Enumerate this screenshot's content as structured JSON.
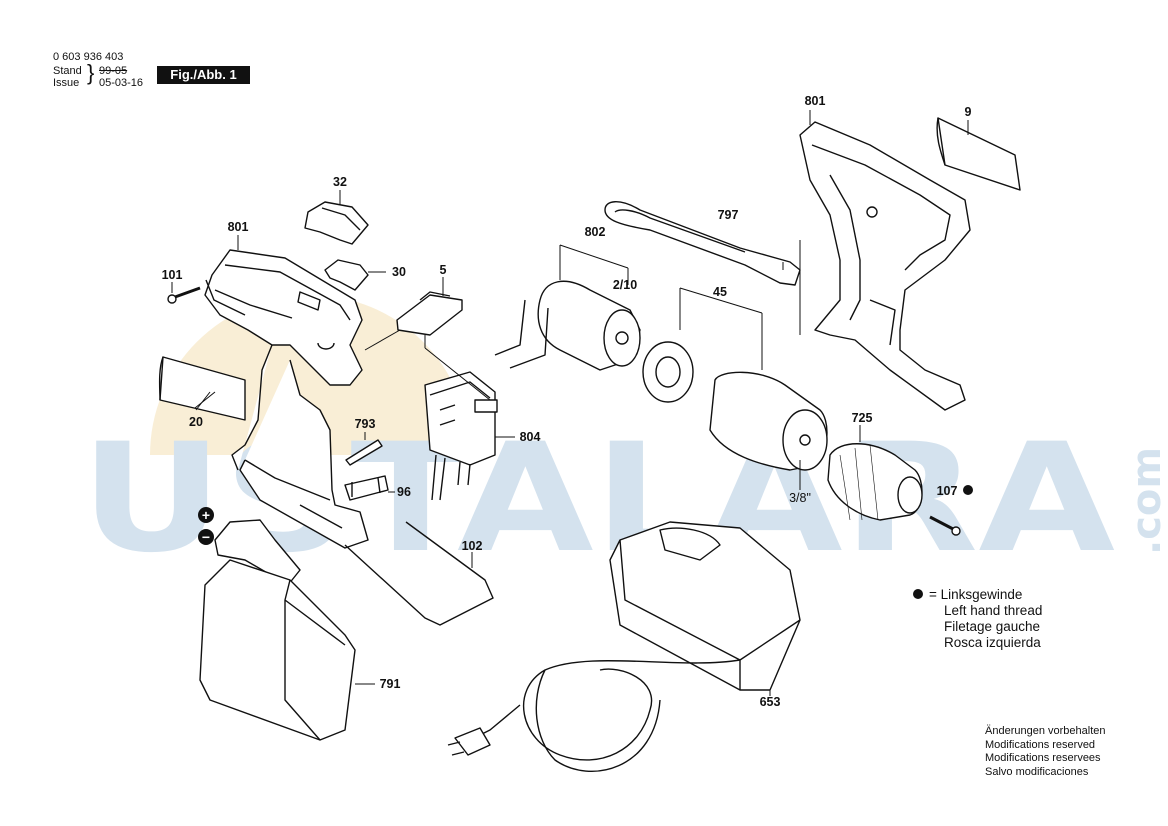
{
  "header": {
    "part_number": "0 603 936 403",
    "stand_label": "Stand",
    "stand_value": "99-05",
    "issue_label": "Issue",
    "issue_value": "05-03-16",
    "figure_label": "Fig./Abb. 1"
  },
  "watermark": {
    "text": "USTALARA",
    "suffix": ".com",
    "color": "#d4e2ee",
    "circle_color": "#f8ecd2"
  },
  "parts": [
    {
      "id": "p801a",
      "label": "801"
    },
    {
      "id": "p32",
      "label": "32"
    },
    {
      "id": "p30",
      "label": "30"
    },
    {
      "id": "p101",
      "label": "101"
    },
    {
      "id": "p5",
      "label": "5"
    },
    {
      "id": "p20",
      "label": "20"
    },
    {
      "id": "p793",
      "label": "793"
    },
    {
      "id": "p96",
      "label": "96"
    },
    {
      "id": "p804",
      "label": "804"
    },
    {
      "id": "p102",
      "label": "102"
    },
    {
      "id": "p791",
      "label": "791"
    },
    {
      "id": "p802",
      "label": "802"
    },
    {
      "id": "p210",
      "label": "2/10"
    },
    {
      "id": "p797",
      "label": "797"
    },
    {
      "id": "p45",
      "label": "45"
    },
    {
      "id": "p801b",
      "label": "801"
    },
    {
      "id": "p9",
      "label": "9"
    },
    {
      "id": "p725",
      "label": "725"
    },
    {
      "id": "p38",
      "label": "3/8\""
    },
    {
      "id": "p107",
      "label": "107"
    },
    {
      "id": "p653",
      "label": "653"
    }
  ],
  "battery_terminals": {
    "plus": "+",
    "minus": "−"
  },
  "legend": {
    "title": "= Linksgewinde",
    "lines": [
      "Left hand thread",
      "Filetage gauche",
      "Rosca izquierda"
    ]
  },
  "notes": [
    "Änderungen vorbehalten",
    "Modifications reserved",
    "Modifications reservees",
    "Salvo modificaciones"
  ]
}
